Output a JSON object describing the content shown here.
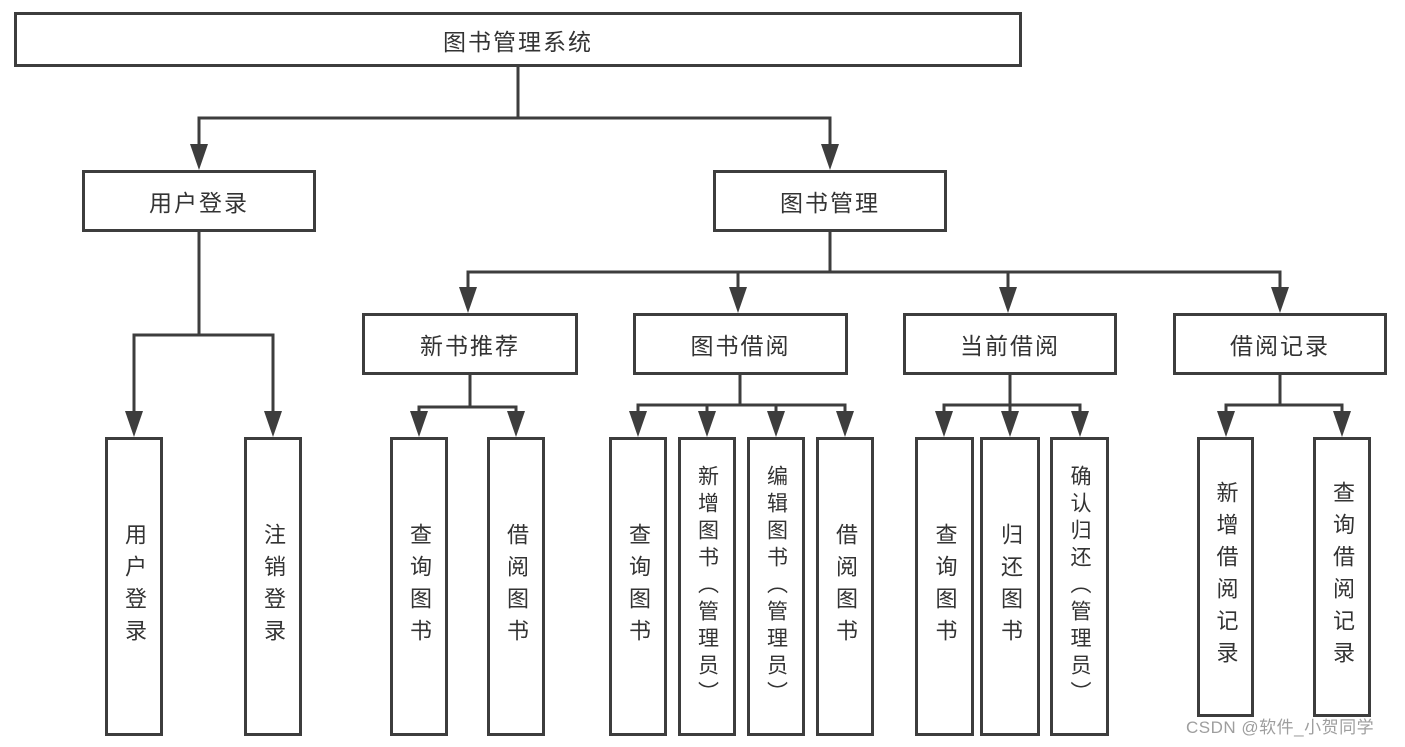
{
  "diagram": {
    "title": "图书管理系统",
    "branches": [
      {
        "label": "用户登录",
        "children": [
          "用户登录",
          "注销登录"
        ]
      },
      {
        "label": "图书管理",
        "groups": [
          {
            "label": "新书推荐",
            "children": [
              "查询图书",
              "借阅图书"
            ]
          },
          {
            "label": "图书借阅",
            "children": [
              "查询图书",
              "新增图书（管理员）",
              "编辑图书（管理员）",
              "借阅图书"
            ]
          },
          {
            "label": "当前借阅",
            "children": [
              "查询图书",
              "归还图书",
              "确认归还（管理员）"
            ]
          },
          {
            "label": "借阅记录",
            "children": [
              "新增借阅记录",
              "查询借阅记录"
            ]
          }
        ]
      }
    ]
  },
  "watermark": {
    "text": "CSDN @软件_小贺同学"
  },
  "colors": {
    "line": "#3d3d3d",
    "text": "#333333",
    "watermark": "#9e9e9e",
    "background": "#ffffff"
  }
}
